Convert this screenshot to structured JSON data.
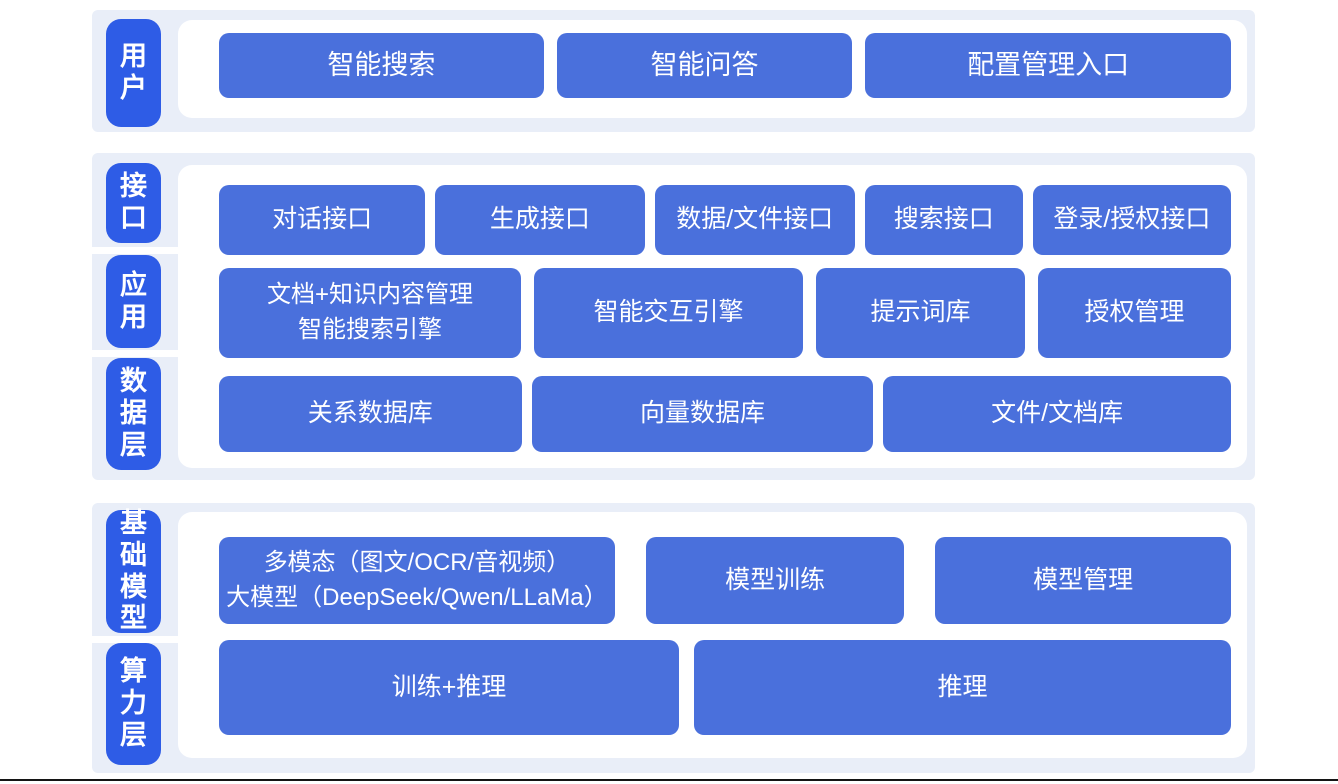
{
  "colors": {
    "page_bg": "#ffffff",
    "section_bg": "#e9eef8",
    "label_bg": "#2e5ce6",
    "box_bg": "#4a70dc",
    "box_text": "#ffffff",
    "bottom_rule": "#141414"
  },
  "sections": [
    {
      "name": "user-layer",
      "labels": [
        {
          "text": "用户"
        }
      ],
      "rows": [
        {
          "boxes": [
            {
              "text": "智能搜索"
            },
            {
              "text": "智能问答"
            },
            {
              "text": "配置管理入口"
            }
          ]
        }
      ]
    },
    {
      "name": "interface-application-data-layer",
      "labels": [
        {
          "text": "接口"
        },
        {
          "text": "应用"
        },
        {
          "text": "数据层"
        }
      ],
      "rows": [
        {
          "boxes": [
            {
              "text": "对话接口"
            },
            {
              "text": "生成接口"
            },
            {
              "text": "数据/文件接口"
            },
            {
              "text": "搜索接口"
            },
            {
              "text": "登录/授权接口"
            }
          ]
        },
        {
          "boxes": [
            {
              "text": "文档+知识内容管理\n智能搜索引擎"
            },
            {
              "text": "智能交互引擎"
            },
            {
              "text": "提示词库"
            },
            {
              "text": "授权管理"
            }
          ]
        },
        {
          "boxes": [
            {
              "text": "关系数据库"
            },
            {
              "text": "向量数据库"
            },
            {
              "text": "文件/文档库"
            }
          ]
        }
      ]
    },
    {
      "name": "foundation-model-compute-layer",
      "labels": [
        {
          "text": "基础模型"
        },
        {
          "text": "算力层"
        }
      ],
      "rows": [
        {
          "boxes": [
            {
              "text": "多模态（图文/OCR/音视频）\n大模型（DeepSeek/Qwen/LLaMa）"
            },
            {
              "text": "模型训练"
            },
            {
              "text": "模型管理"
            }
          ]
        },
        {
          "boxes": [
            {
              "text": "训练+推理"
            },
            {
              "text": "推理"
            }
          ]
        }
      ]
    }
  ]
}
